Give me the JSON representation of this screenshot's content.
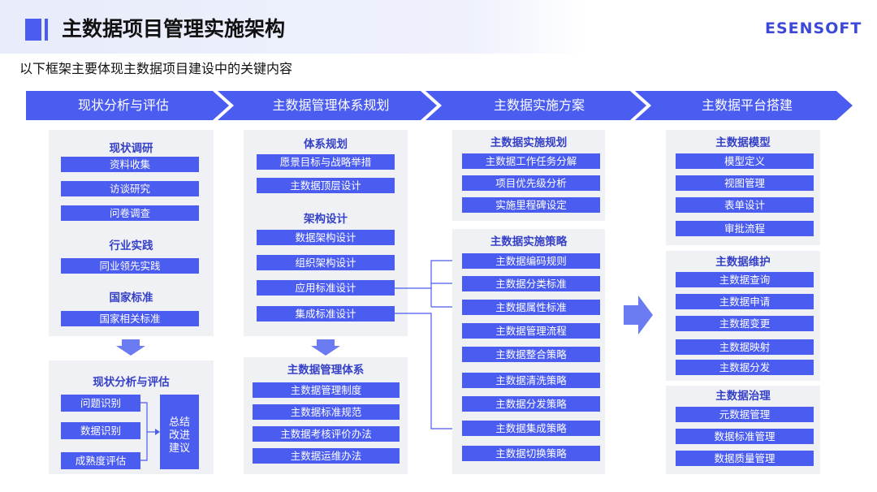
{
  "header": {
    "title": "主数据项目管理实施架构",
    "logo": "ESENSOFT",
    "subtitle": "以下框架主要体现主数据项目建设中的关键内容"
  },
  "colors": {
    "accent": "#4b5cf0",
    "title_text": "#3540c8",
    "panel": "#f0f1f5"
  },
  "phases": [
    "现状分析与评估",
    "主数据管理体系规划",
    "主数据实施方案",
    "主数据平台搭建"
  ],
  "col1": {
    "research_title": "现状调研",
    "research_items": [
      "资料收集",
      "访谈研究",
      "问卷调查"
    ],
    "industry_title": "行业实践",
    "industry_items": [
      "同业领先实践"
    ],
    "national_title": "国家标准",
    "national_items": [
      "国家相关标准"
    ],
    "eval_title": "现状分析与评估",
    "eval_items": [
      "问题识别",
      "数据识别",
      "成熟度评估"
    ],
    "summary": [
      "总结",
      "改进",
      "建议"
    ]
  },
  "col2": {
    "system_title": "体系规划",
    "system_items": [
      "愿景目标与战略举措",
      "主数据顶层设计"
    ],
    "arch_title": "架构设计",
    "arch_items": [
      "数据架构设计",
      "组织架构设计",
      "应用标准设计",
      "集成标准设计"
    ],
    "mgmt_title": "主数据管理体系",
    "mgmt_items": [
      "主数据管理制度",
      "主数据标准规范",
      "主数据考核评价办法",
      "主数据运维办法"
    ]
  },
  "col3": {
    "plan_title": "主数据实施规划",
    "plan_items": [
      "主数据工作任务分解",
      "项目优先级分析",
      "实施里程碑设定"
    ],
    "strategy_title": "主数据实施策略",
    "strategy_items": [
      "主数据编码规则",
      "主数据分类标准",
      "主数据属性标准",
      "主数据管理流程",
      "主数据整合策略",
      "主数据清洗策略",
      "主数据分发策略",
      "主数据集成策略",
      "主数据切换策略"
    ]
  },
  "col4": {
    "model_title": "主数据模型",
    "model_items": [
      "模型定义",
      "视图管理",
      "表单设计",
      "审批流程"
    ],
    "maint_title": "主数据维护",
    "maint_items": [
      "主数据查询",
      "主数据申请",
      "主数据变更",
      "主数据映射",
      "主数据分发"
    ],
    "gov_title": "主数据治理",
    "gov_items": [
      "元数据管理",
      "数据标准管理",
      "数据质量管理"
    ]
  }
}
